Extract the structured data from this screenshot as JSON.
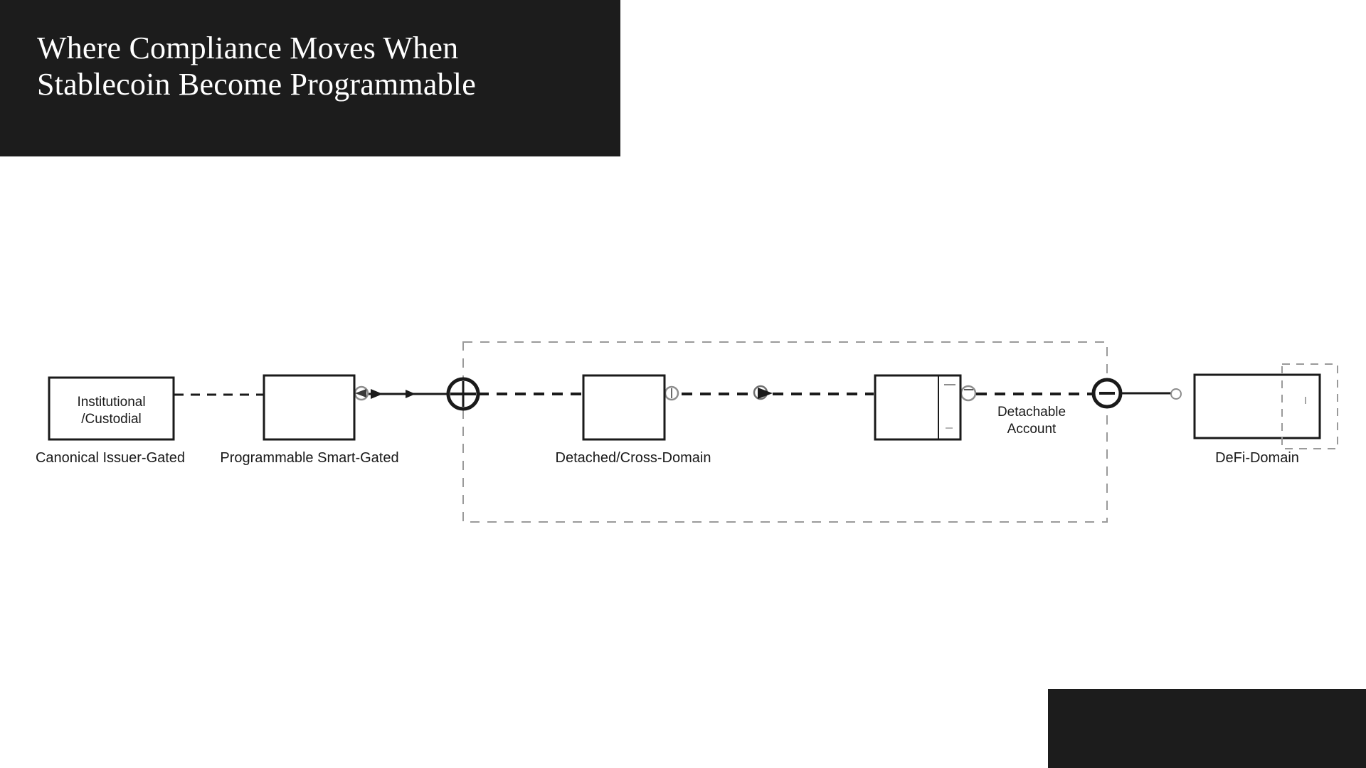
{
  "title": {
    "text": "Where Compliance Moves When\nStablecoin Become Programmable"
  },
  "colors": {
    "banner_background": "#1c1c1c",
    "page_background": "#ffffff",
    "stroke": "#1a1a1a",
    "muted_stroke": "#9a9a9a",
    "text": "#1a1a1a",
    "title_text": "#ffffff"
  },
  "diagram": {
    "nodes": [
      {
        "id": "institutional-custodial",
        "inner_label": "Institutional\n/Custodial",
        "caption": "Canonical Issuer-Gated"
      },
      {
        "id": "programmable-smart-gated",
        "inner_label": "",
        "caption": "Programmable Smart-Gated"
      },
      {
        "id": "detached-cross-domain",
        "inner_label": "",
        "caption": "Detached/Cross-Domain"
      },
      {
        "id": "detachable-account",
        "inner_label": "",
        "caption": ""
      },
      {
        "id": "defi-domain",
        "inner_label": "",
        "caption": "DeFi-Domain"
      }
    ],
    "side_labels": [
      {
        "id": "detachable-account-label",
        "text": "Detachable\nAccount"
      }
    ],
    "junctions": [
      {
        "id": "crossed-circle-junction",
        "glyph": "cross"
      },
      {
        "id": "dashed-circle-junction",
        "glyph": "dash"
      }
    ],
    "boundary": {
      "id": "cross-domain-boundary",
      "style": "dashed"
    }
  }
}
